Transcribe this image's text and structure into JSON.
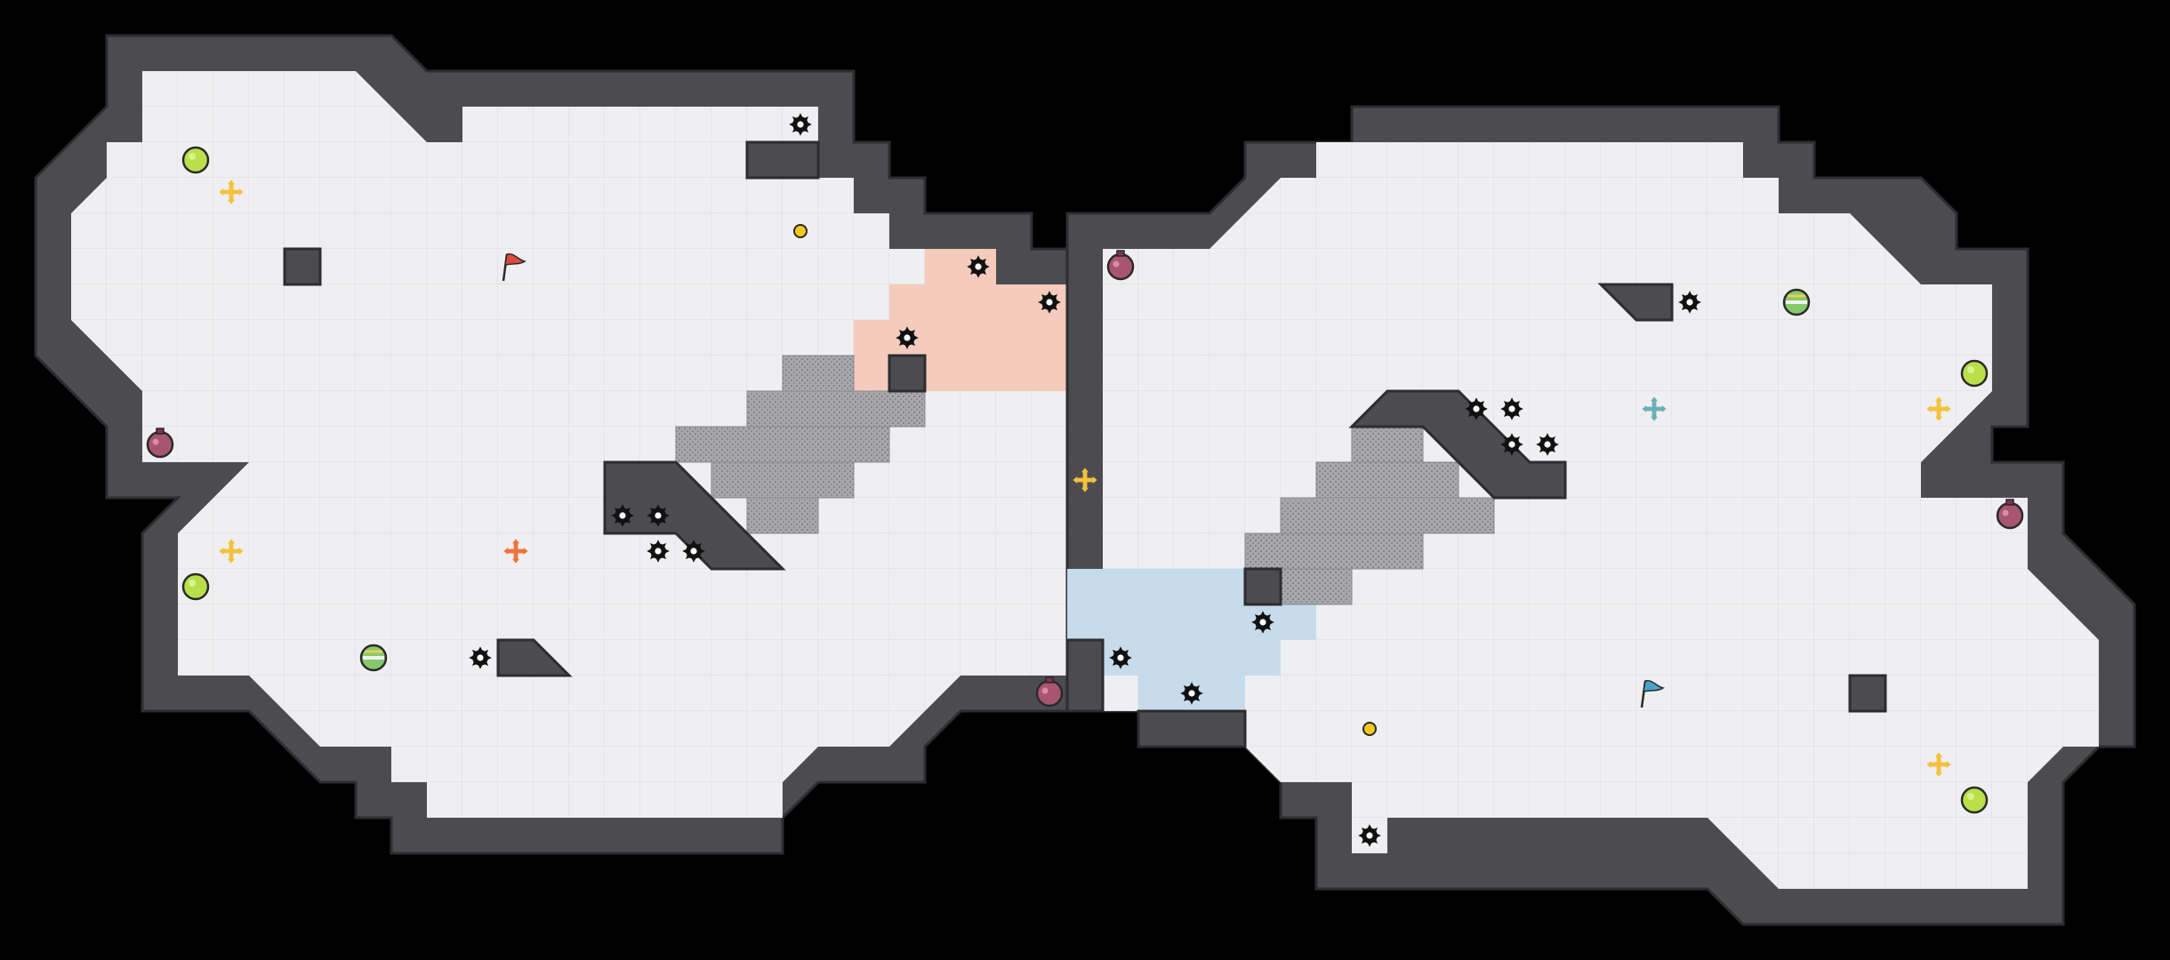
{
  "game": {
    "board_label": "",
    "grid": {
      "cols": 61,
      "rows": 27
    },
    "colors": {
      "background": "#000000",
      "floor": "#efeff1",
      "floor_grid_line": "#e2e2e6",
      "wall": "#4c4c50",
      "wall_outline": "#2d2d31",
      "red_zone": "#f4cbbd",
      "blue_zone": "#c6dcec",
      "rubble": "#a8a8ac",
      "spike": "#111111",
      "green_token": "#b9e04a",
      "purple_token": "#a85572",
      "red_flag": "#e04a3d",
      "blue_flag": "#4aa3c9",
      "yellow_cross": "#f2c23c",
      "teal_cross": "#6ab1b6",
      "orange_cross": "#f0733b",
      "coin": "#f6c81e"
    },
    "legend": {
      "wall": "wall-block",
      "spike": "spike-mine-icon",
      "green_token": "green-orb-icon",
      "purple_token": "purple-potion-icon",
      "striped_token": "striped-ball-icon",
      "red_flag": "red-team-flag-icon",
      "blue_flag": "blue-team-flag-icon",
      "cross": "spawn-cross-icon",
      "coin": "gold-coin-icon"
    }
  }
}
